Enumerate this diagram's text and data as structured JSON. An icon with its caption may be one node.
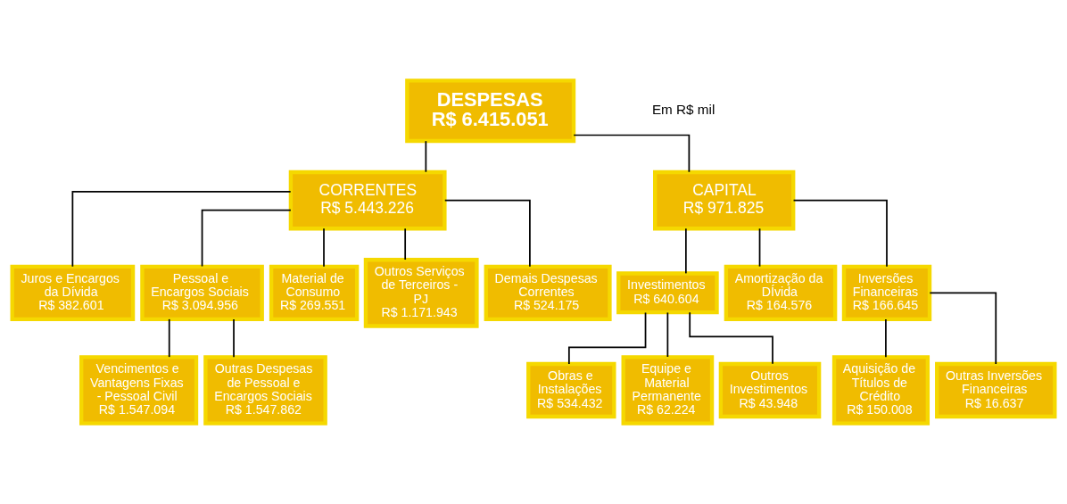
{
  "diagram": {
    "nodes": [
      {
        "text": [
          "DESPESAS",
          "R$ 6.415.051"
        ]
      },
      {
        "text": [
          "CORRENTES",
          "R$ 5.443.226"
        ]
      },
      {
        "text": [
          "CAPITAL",
          "R$ 971.825"
        ]
      },
      {
        "text": [
          "Juros e Encargos da Dívida",
          "R$ 382.601"
        ]
      },
      {
        "text": [
          "Pessoal e Encargos Sociais",
          "R$ 3.094.956"
        ]
      },
      {
        "text": [
          "Material de Consumo",
          "R$ 269.551"
        ]
      },
      {
        "text": [
          "Outros Serviços de Terceiros - PJ",
          "R$ 1.171.943"
        ]
      },
      {
        "text": [
          "Demais Despesas Correntes",
          "R$ 524.175"
        ]
      },
      {
        "text": [
          "Investimentos",
          "R$ 640.604"
        ]
      },
      {
        "text": [
          "Amortização da DÍvida",
          "R$ 164.576"
        ]
      },
      {
        "text": [
          "Inversões Financeiras",
          "R$ 166.645"
        ]
      },
      {
        "text": [
          "Vencimentos e Vantagens Fixas - Pessoal Civil",
          "R$ 1.547.094"
        ]
      },
      {
        "text": [
          "Outras Despesas de Pessoal e Encargos Sociais",
          "R$ 1.547.862"
        ]
      },
      {
        "text": [
          "Obras e Instalações",
          "R$ 534.432"
        ]
      },
      {
        "text": [
          "Equipe e Material Permanente",
          "R$ 62.224"
        ]
      },
      {
        "text": [
          "Outros Investimentos",
          "R$ 43.948"
        ]
      },
      {
        "text": [
          "Aquisição de Títulos de Crédito",
          "R$ 150.008"
        ]
      },
      {
        "text": [
          "Outras Inversões Financeiras",
          "R$ 16.637"
        ]
      }
    ],
    "edges": [
      {
        "from": 0,
        "to": 1,
        "arrow": "none"
      },
      {
        "from": 0,
        "to": 2,
        "arrow": "none"
      },
      {
        "from": 1,
        "to": 3,
        "arrow": "none"
      },
      {
        "from": 1,
        "to": 4,
        "arrow": "none"
      },
      {
        "from": 1,
        "to": 5,
        "arrow": "none"
      },
      {
        "from": 1,
        "to": 6,
        "arrow": "none"
      },
      {
        "from": 1,
        "to": 7,
        "arrow": "none"
      },
      {
        "from": 2,
        "to": 8,
        "arrow": "none"
      },
      {
        "from": 2,
        "to": 9,
        "arrow": "none"
      },
      {
        "from": 2,
        "to": 10,
        "arrow": "none"
      },
      {
        "from": 4,
        "to": 11,
        "arrow": "none"
      },
      {
        "from": 4,
        "to": 12,
        "arrow": "none"
      },
      {
        "from": 8,
        "to": 13,
        "arrow": "none"
      },
      {
        "from": 8,
        "to": 14,
        "arrow": "none"
      },
      {
        "from": 8,
        "to": 15,
        "arrow": "none"
      },
      {
        "from": 10,
        "to": 16,
        "arrow": "none"
      },
      {
        "from": 10,
        "to": 17,
        "arrow": "none"
      }
    ],
    "labels": [
      "Em R$ mil"
    ]
  }
}
